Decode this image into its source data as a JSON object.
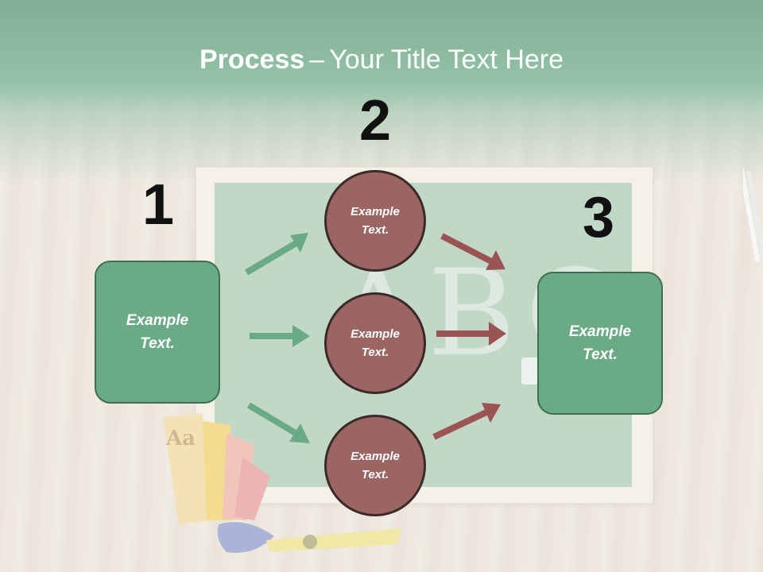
{
  "title": {
    "bold": "Process",
    "separator": "–",
    "rest": "Your Title Text Here"
  },
  "steps": [
    "1",
    "2",
    "3"
  ],
  "left_box": {
    "label": "Example\nText."
  },
  "right_box": {
    "label": "Example\nText."
  },
  "circles": [
    {
      "label": "Example\nText."
    },
    {
      "label": "Example\nText."
    },
    {
      "label": "Example\nText."
    }
  ],
  "colors": {
    "box_fill": "#6aab85",
    "circle_fill": "#9b6564",
    "arrow_green": "#6aab85",
    "arrow_red": "#9b5453",
    "header_green": "#4f8f6c"
  }
}
